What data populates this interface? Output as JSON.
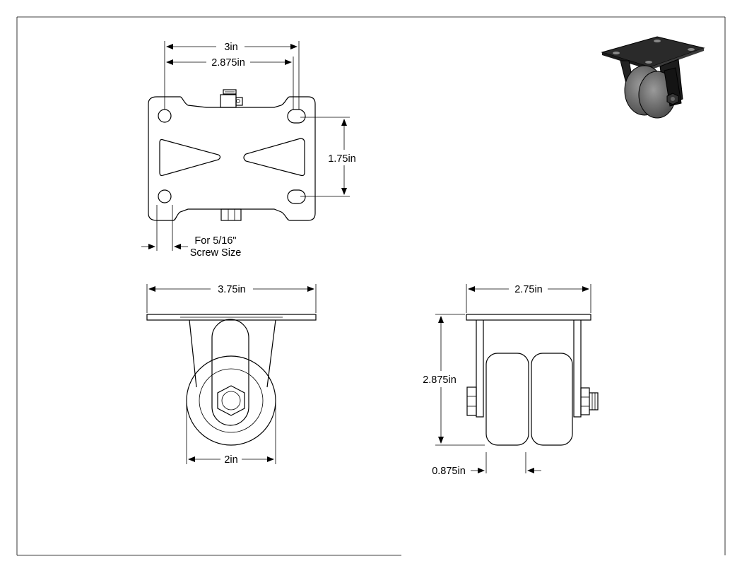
{
  "dimensions": {
    "top_outer_width": "3in",
    "top_hole_spacing": "2.875in",
    "top_hole_vertical": "1.75in",
    "screw_note_line1": "For 5/16\"",
    "screw_note_line2": "Screw Size",
    "front_plate_width": "3.75in",
    "wheel_diameter": "2in",
    "side_plate_width": "2.75in",
    "side_height": "2.875in",
    "wheel_width": "0.875in"
  },
  "colors": {
    "line": "#000000",
    "background": "#ffffff",
    "iso_plate": "#2a2a2a",
    "iso_wheel": "#6e6e6e"
  }
}
